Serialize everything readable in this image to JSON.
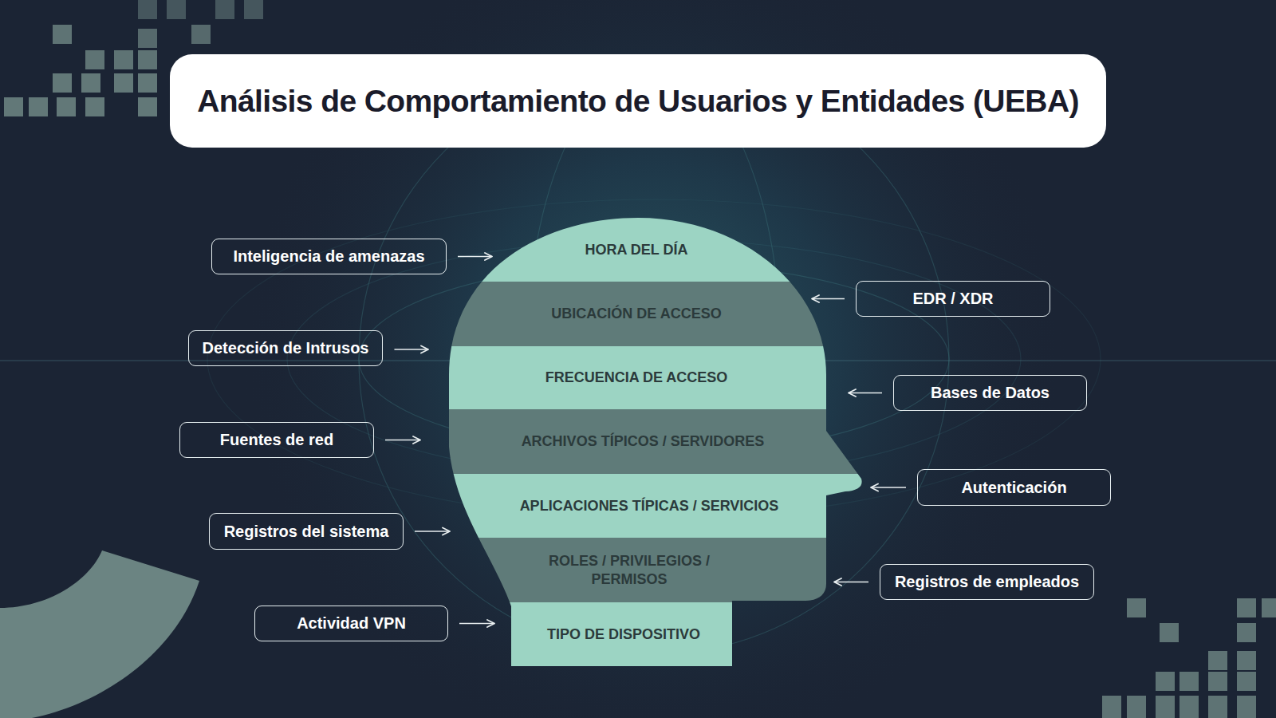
{
  "diagram": {
    "title": "Análisis de Comportamiento de Usuarios y Entidades (UEBA)",
    "nodes": [
      {
        "text": [
          "Inteligencia de amenazas"
        ]
      },
      {
        "text": [
          "HORA DEL DÍA"
        ]
      },
      {
        "text": [
          "UBICACIÓN DE ACCESO"
        ]
      },
      {
        "text": [
          "EDR / XDR"
        ]
      },
      {
        "text": [
          "Detección de Intrusos"
        ]
      },
      {
        "text": [
          "FRECUENCIA DE ACCESO"
        ]
      },
      {
        "text": [
          "Bases de Datos"
        ]
      },
      {
        "text": [
          "Fuentes de red"
        ]
      },
      {
        "text": [
          "ARCHIVOS TÍPICOS / SERVIDORES"
        ]
      },
      {
        "text": [
          "Autenticación"
        ]
      },
      {
        "text": [
          "APLICACIONES TÍPICAS / SERVICIOS"
        ]
      },
      {
        "text": [
          "Registros del sistema"
        ]
      },
      {
        "text": [
          "ROLES / PRIVILEGIOS / PERMISOS"
        ]
      },
      {
        "text": [
          "Registros de empleados"
        ]
      },
      {
        "text": [
          "Actividad VPN"
        ]
      },
      {
        "text": [
          "TIPO DE DISPOSITIVO"
        ]
      }
    ],
    "edges": [
      {
        "from": 0,
        "to": 1,
        "arrow": "to"
      },
      {
        "from": 3,
        "to": 2,
        "arrow": "to"
      },
      {
        "from": 4,
        "to": 5,
        "arrow": "to"
      },
      {
        "from": 6,
        "to": 5,
        "arrow": "to"
      },
      {
        "from": 7,
        "to": 8,
        "arrow": "to"
      },
      {
        "from": 9,
        "to": 10,
        "arrow": "to"
      },
      {
        "from": 11,
        "to": 10,
        "arrow": "to"
      },
      {
        "from": 13,
        "to": 12,
        "arrow": "to"
      },
      {
        "from": 14,
        "to": 15,
        "arrow": "to"
      }
    ]
  }
}
